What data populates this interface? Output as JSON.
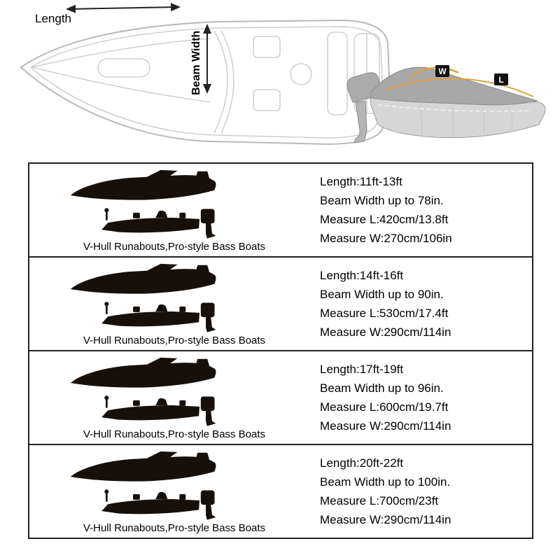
{
  "top_diagram": {
    "length_label": "Length",
    "beam_width_label": "Beam Width",
    "width_badge": "W",
    "length_badge": "L"
  },
  "size_table": {
    "rows": [
      {
        "caption": "V-Hull Runabouts,Pro-style Bass Boats",
        "length": "Length:11ft-13ft",
        "beam": "Beam Width up to 78in.",
        "measure_l": "Measure L:420cm/13.8ft",
        "measure_w": "Measure W:270cm/106in"
      },
      {
        "caption": "V-Hull Runabouts,Pro-style Bass Boats",
        "length": "Length:14ft-16ft",
        "beam": "Beam Width up to 90in.",
        "measure_l": "Measure L:530cm/17.4ft",
        "measure_w": "Measure W:290cm/114in"
      },
      {
        "caption": "V-Hull Runabouts,Pro-style Bass Boats",
        "length": "Length:17ft-19ft",
        "beam": "Beam Width up to 96in.",
        "measure_l": "Measure L:600cm/19.7ft",
        "measure_w": "Measure W:290cm/114in"
      },
      {
        "caption": "V-Hull Runabouts,Pro-style Bass Boats",
        "length": "Length:20ft-22ft",
        "beam": "Beam Width up to 100in.",
        "measure_l": "Measure L:700cm/23ft",
        "measure_w": "Measure W:290cm/114in"
      }
    ]
  },
  "colors": {
    "silhouette": "#17100a",
    "line_art": "#b9b9b9",
    "accent_orange": "#e2a13f",
    "table_border": "#222222"
  }
}
